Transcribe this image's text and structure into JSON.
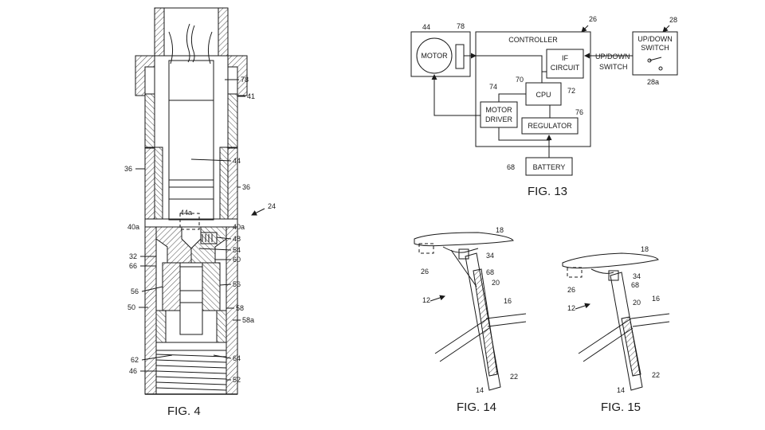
{
  "figures": {
    "fig4": {
      "caption": "FIG. 4"
    },
    "fig13": {
      "caption": "FIG. 13"
    },
    "fig14": {
      "caption": "FIG. 14"
    },
    "fig15": {
      "caption": "FIG. 15"
    }
  },
  "fig4_labels": {
    "r78": "78",
    "r41": "41",
    "r44": "44",
    "r36a": "36",
    "r36b": "36",
    "r24": "24",
    "r44a": "44a",
    "r40a_l": "40a",
    "r40a_r": "40a",
    "r48": "48",
    "r54": "54",
    "r32": "32",
    "r60": "60",
    "r66": "66",
    "r56_l": "56",
    "r56_r": "56",
    "r50": "50",
    "r58": "58",
    "r58a": "58a",
    "r62": "62",
    "r64": "64",
    "r46": "46",
    "r52": "52"
  },
  "fig13": {
    "motor": "MOTOR",
    "controller": "CONTROLLER",
    "if_line1": "IF",
    "if_line2": "CIRCUIT",
    "cpu": "CPU",
    "driver_line1": "MOTOR",
    "driver_line2": "DRIVER",
    "regulator": "REGULATOR",
    "battery": "BATTERY",
    "switch_line1": "UP/DOWN",
    "switch_line2": "SWITCH",
    "signal_line1": "UP/DOWN",
    "signal_line2": "SWITCH",
    "ref44": "44",
    "ref78": "78",
    "ref26": "26",
    "ref28": "28",
    "ref28a": "28a",
    "ref70": "70",
    "ref72": "72",
    "ref74": "74",
    "ref76": "76",
    "ref68": "68"
  },
  "fig14": {
    "r18": "18",
    "r26": "26",
    "r34": "34",
    "r68": "68",
    "r20": "20",
    "r12": "12",
    "r16": "16",
    "r22": "22",
    "r14": "14"
  },
  "fig15": {
    "r18": "18",
    "r26": "26",
    "r34": "34",
    "r68": "68",
    "r20": "20",
    "r12": "12",
    "r16": "16",
    "r22": "22",
    "r14": "14"
  }
}
